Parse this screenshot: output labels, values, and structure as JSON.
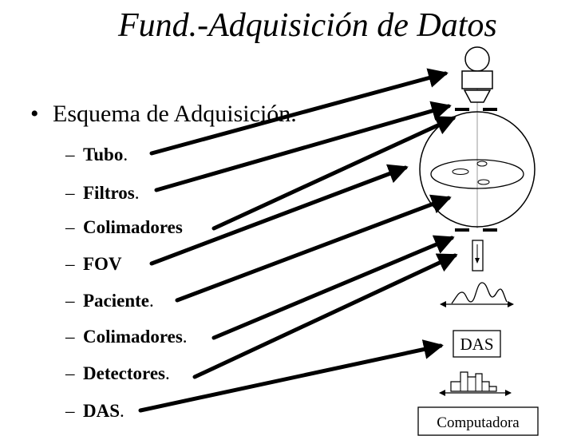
{
  "title": "Fund.-Adquisición de Datos",
  "bullet": {
    "symbol": "•",
    "text": "Esquema de Adquisición."
  },
  "items": [
    {
      "word": "Tubo",
      "tail": "."
    },
    {
      "word": "Filtros",
      "tail": "."
    },
    {
      "word": "Colimadores",
      "tail": ""
    },
    {
      "word": "FOV",
      "tail": ""
    },
    {
      "word": "Paciente",
      "tail": "."
    },
    {
      "word": "Colimadores",
      "tail": "."
    },
    {
      "word": "Detectores",
      "tail": "."
    },
    {
      "word": "DAS",
      "tail": "."
    }
  ],
  "diagram": {
    "das_label": "DAS",
    "computer_label": "Computadora"
  }
}
